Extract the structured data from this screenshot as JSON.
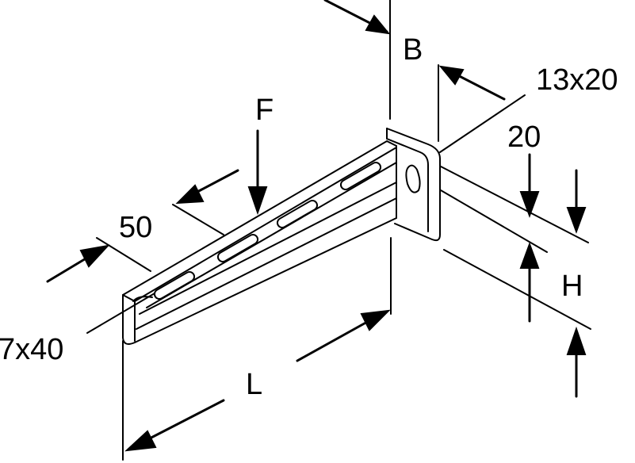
{
  "labels": {
    "B": "B",
    "slot_top": "13x20",
    "F": "F",
    "dim_20": "20",
    "dim_50": "50",
    "H": "H",
    "slot_front": "7x40",
    "L": "L"
  },
  "colors": {
    "line": "#000000",
    "background": "#ffffff"
  }
}
